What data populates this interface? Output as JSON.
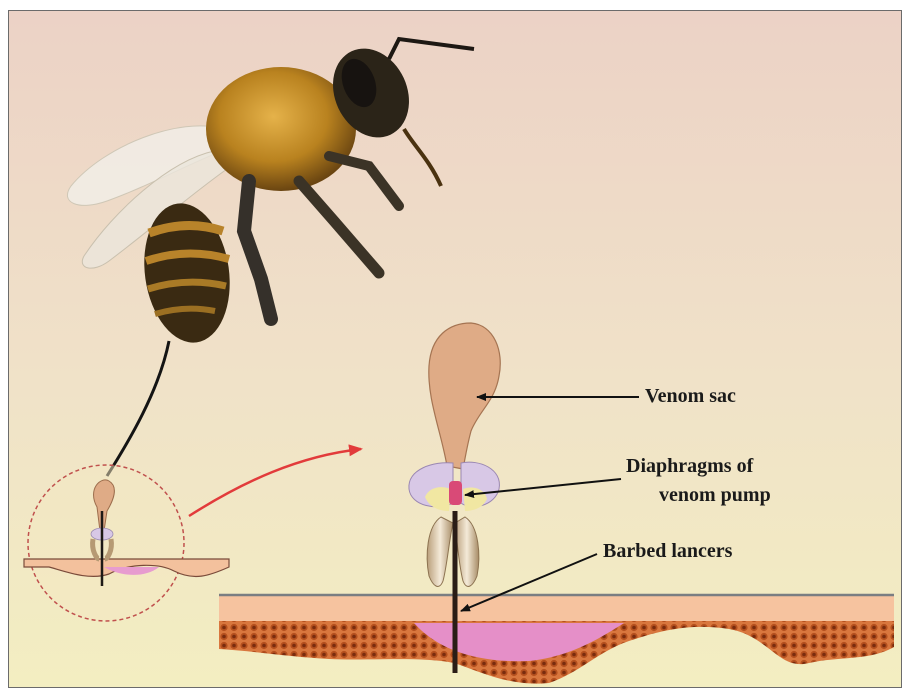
{
  "labels": {
    "venom_sac": "Venom sac",
    "diaphragms_line1": "Diaphragms of",
    "diaphragms_line2": "venom pump",
    "barbed_lancers": "Barbed lancers"
  },
  "colors": {
    "background_top": "#ecd2c6",
    "background_bottom": "#f2ecc0",
    "venom_sac": "#dfab86",
    "diaphragm": "#d8c8e6",
    "pump_accent": "#d94a77",
    "skin_surface": "#f6c39f",
    "skin_cells": "#c25a24",
    "wound_pink": "#e58fc8",
    "arrow_red": "#e23b3b",
    "callout_circle": "#c0504d"
  },
  "icons": [
    "honeybee",
    "stinger-apparatus",
    "magnify-circle"
  ]
}
